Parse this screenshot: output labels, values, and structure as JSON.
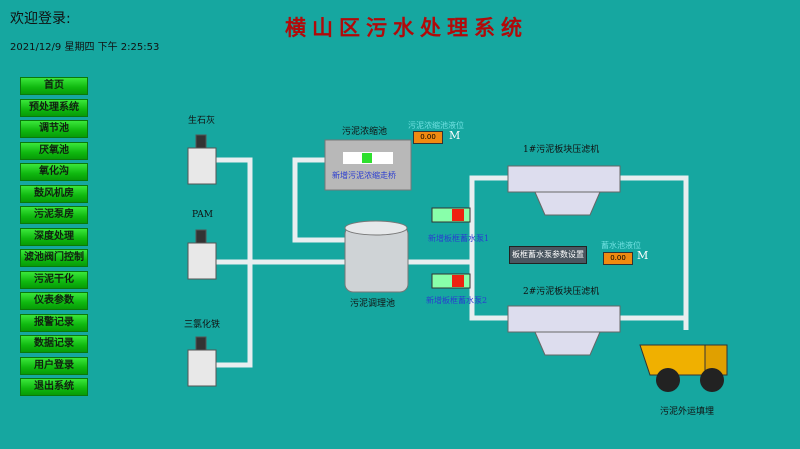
{
  "header": {
    "welcome": "欢迎登录:",
    "datetime": "2021/12/9 星期四 下午 2:25:53",
    "title": "横山区污水处理系统"
  },
  "nav": [
    "首页",
    "预处理系统",
    "调节池",
    "厌氧池",
    "氧化沟",
    "鼓风机房",
    "污泥泵房",
    "深度处理",
    "滤池阀门控制",
    "污泥干化",
    "仪表参数",
    "报警记录",
    "数据记录",
    "用户登录",
    "退出系统"
  ],
  "process": {
    "dosing": [
      "生石灰",
      "PAM",
      "三氯化铁"
    ],
    "thickener": {
      "label": "污泥浓缩池",
      "bridge": "新增污泥浓缩走桥",
      "level_label": "污泥浓缩池液位",
      "level": "0.00",
      "unit": "M"
    },
    "mix_tank": "污泥调理池",
    "pumps": [
      "新增板框蓄水泵1",
      "新增板框蓄水泵2"
    ],
    "pump_settings_button": "板框蓄水泵参数设置",
    "storage_level": {
      "label": "蓄水池液位",
      "value": "0.00",
      "unit": "M"
    },
    "press1": "1#污泥板块压滤机",
    "press2": "2#污泥板块压滤机",
    "truck": "污泥外运填埋"
  },
  "colors": {
    "background": "#16a7a0",
    "title": "#b10a0a",
    "nav": "#1fcc1f",
    "value_box": "#f08a10"
  }
}
